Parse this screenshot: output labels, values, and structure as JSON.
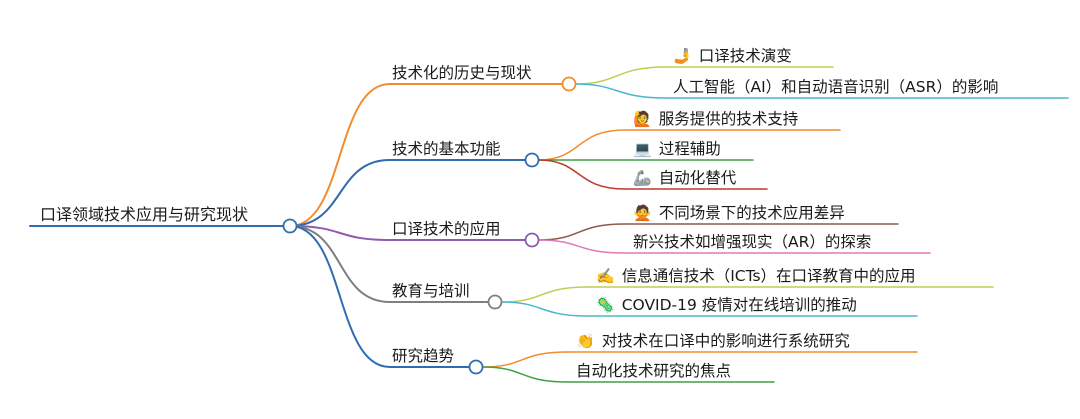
{
  "root": {
    "label": "口译领域技术应用与研究现状"
  },
  "branches": [
    {
      "label": "技术化的历史与现状",
      "color": "#f08c2e",
      "children": [
        {
          "label": "口译技术演变",
          "icon": "🤳",
          "icon_name": "selfie-hand-icon",
          "color": "#c3cc52"
        },
        {
          "label": "人工智能（AI）和自动语音识别（ASR）的影响",
          "icon": "",
          "color": "#4ab8c8"
        }
      ]
    },
    {
      "label": "技术的基本功能",
      "color": "#2f6db0",
      "children": [
        {
          "label": "服务提供的技术支持",
          "icon": "🙋",
          "icon_name": "person-raising-hand-icon",
          "color": "#f08c2e"
        },
        {
          "label": "过程辅助",
          "icon": "💻",
          "icon_name": "laptop-icon",
          "color": "#3fa048"
        },
        {
          "label": "自动化替代",
          "icon": "🦾",
          "icon_name": "mechanical-arm-icon",
          "color": "#c0392b"
        }
      ]
    },
    {
      "label": "口译技术的应用",
      "color": "#8e5bb0",
      "children": [
        {
          "label": "不同场景下的技术应用差异",
          "icon": "🙅",
          "icon_name": "person-gesturing-no-icon",
          "color": "#8b5a4a"
        },
        {
          "label": "新兴技术如增强现实（AR）的探索",
          "icon": "",
          "color": "#e07ab8"
        }
      ]
    },
    {
      "label": "教育与培训",
      "color": "#7f7f7f",
      "children": [
        {
          "label": "信息通信技术（ICTs）在口译教育中的应用",
          "icon": "✍️",
          "icon_name": "writing-hand-icon",
          "color": "#c3cc52"
        },
        {
          "label": "COVID-19 疫情对在线培训的推动",
          "icon": "🦠",
          "icon_name": "microbe-icon",
          "color": "#4ab8c8"
        }
      ]
    },
    {
      "label": "研究趋势",
      "color": "#2f6db0",
      "children": [
        {
          "label": "对技术在口译中的影响进行系统研究",
          "icon": "👏",
          "icon_name": "clapping-hands-icon",
          "color": "#f08c2e"
        },
        {
          "label": "自动化技术研究的焦点",
          "icon": "",
          "color": "#3fa048"
        }
      ]
    }
  ]
}
